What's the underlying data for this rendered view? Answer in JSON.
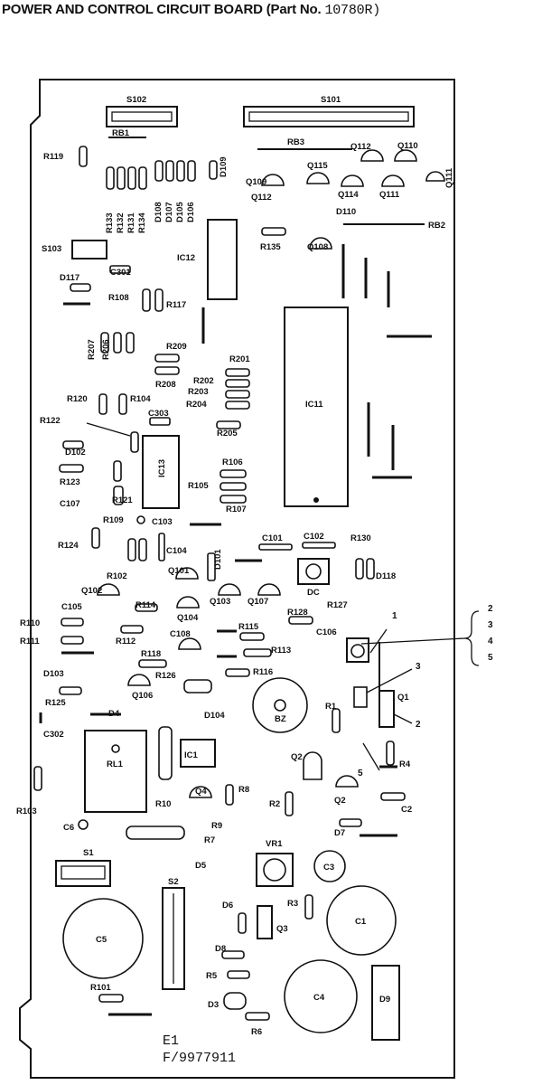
{
  "title": {
    "main": "POWER AND CONTROL CIRCUIT BOARD",
    "part_prefix": "(Part No.",
    "part_number": "10780R)"
  },
  "footer": {
    "line1": "E1",
    "line2": "F/9977911"
  },
  "callouts": [
    "1",
    "2",
    "3",
    "2",
    "3",
    "4",
    "5",
    "5"
  ],
  "labels": {
    "S102": "S102",
    "S101": "S101",
    "RB1": "RB1",
    "RB3": "RB3",
    "R119": "R119",
    "Q112a": "Q112",
    "Q110": "Q110",
    "Q115": "Q115",
    "Q109": "Q109",
    "Q111a": "Q111",
    "Q112b": "Q112",
    "Q114": "Q114",
    "Q111b": "Q111",
    "D109": "D109",
    "D110": "D110",
    "RB2": "RB2",
    "R133": "R133",
    "R132": "R132",
    "R131": "R131",
    "R134": "R134",
    "D108": "D108",
    "D107": "D107",
    "D105": "D105",
    "D106": "D106",
    "S103": "S103",
    "IC12": "IC12",
    "R135": "R135",
    "Q108": "Q108",
    "D117": "D117",
    "C301": "C301",
    "R108": "R108",
    "R117": "R117",
    "R207": "R207",
    "R206": "R206",
    "R209": "R209",
    "R201": "R201",
    "R208": "R208",
    "R202": "R202",
    "R203": "R203",
    "R204": "R204",
    "R205": "R205",
    "IC11": "IC11",
    "R120": "R120",
    "R104": "R104",
    "R122": "R122",
    "C303": "C303",
    "D102": "D102",
    "IC13": "IC13",
    "R123": "R123",
    "R106": "R106",
    "R105": "R105",
    "R107": "R107",
    "C107": "C107",
    "R121": "R121",
    "R109": "R109",
    "C103": "C103",
    "R124": "R124",
    "C104": "C104",
    "D101": "D101",
    "C101": "C101",
    "C102": "C102",
    "R130": "R130",
    "R102": "R102",
    "Q101": "Q101",
    "D118": "D118",
    "Q102": "Q102",
    "DC": "DC",
    "C105": "C105",
    "R114": "R114",
    "Q103": "Q103",
    "Q107": "Q107",
    "R127": "R127",
    "R128": "R128",
    "Q104": "Q104",
    "R110": "R110",
    "C106": "C106",
    "R115": "R115",
    "C108": "C108",
    "R111": "R111",
    "R112": "R112",
    "R113": "R113",
    "R118": "R118",
    "D103": "D103",
    "R126": "R126",
    "R116": "R116",
    "R125": "R125",
    "Q106": "Q106",
    "D4": "D4",
    "D104": "D104",
    "BZ": "BZ",
    "R1": "R1",
    "Q1": "Q1",
    "C302": "C302",
    "RL1": "RL1",
    "IC1": "IC1",
    "Q2a": "Q2",
    "R4": "R4",
    "R8": "R8",
    "Q4": "Q4",
    "R10": "R10",
    "Q2b": "Q2",
    "R103": "R103",
    "R2": "R2",
    "R9": "R9",
    "C2": "C2",
    "C6": "C6",
    "R7": "R7",
    "D7": "D7",
    "VR1": "VR1",
    "S1": "S1",
    "D5": "D5",
    "C3": "C3",
    "S2": "S2",
    "R3": "R3",
    "D6": "D6",
    "Q3": "Q3",
    "C1": "C1",
    "C5": "C5",
    "D8": "D8",
    "R5": "R5",
    "R101": "R101",
    "D3": "D3",
    "C4": "C4",
    "D9": "D9",
    "R6": "R6"
  }
}
